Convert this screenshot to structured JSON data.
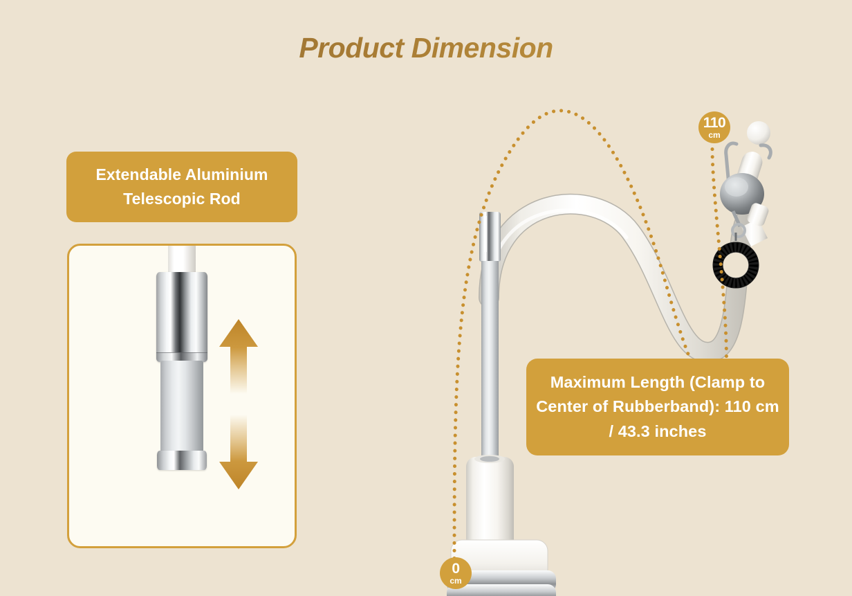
{
  "page": {
    "title": "Product Dimension",
    "background_color": "#EDE3D1",
    "accent_gold": "#D2A03C",
    "title_color": "#A87C34"
  },
  "labels": {
    "telescopic_rod": "Extendable Aluminium Telescopic Rod",
    "maximum_length": "Maximum Length (Clamp to Center of Rubberband): 110 cm / 43.3 inches"
  },
  "badges": [
    {
      "name": "top-measurement",
      "value": "110",
      "unit": "cm"
    },
    {
      "name": "bottom-measurement",
      "value": "0",
      "unit": "cm"
    }
  ],
  "panel": {
    "name": "telescopic-rod-closeup",
    "border_color": "#D3A03C",
    "background_color": "#FDFBF2",
    "arrows": [
      {
        "name": "extend-up-arrow",
        "direction": "up",
        "color": "#C8902F"
      },
      {
        "name": "retract-down-arrow",
        "direction": "down",
        "color": "#C8902F"
      }
    ]
  },
  "product": {
    "name": "gooseneck-clamp-stand",
    "parts": [
      "white-ball-tip",
      "chrome-clip-hook",
      "chrome-retractor-body",
      "black-coil-rubberband",
      "white-gooseneck-tube",
      "chrome-collar",
      "aluminium-telescopic-rod",
      "white-base-housing",
      "chrome-table-clamp"
    ]
  },
  "measurement_path": {
    "name": "dotted-measurement-line",
    "dot_color": "#C8902F",
    "from": "0 cm",
    "to": "110 cm"
  }
}
